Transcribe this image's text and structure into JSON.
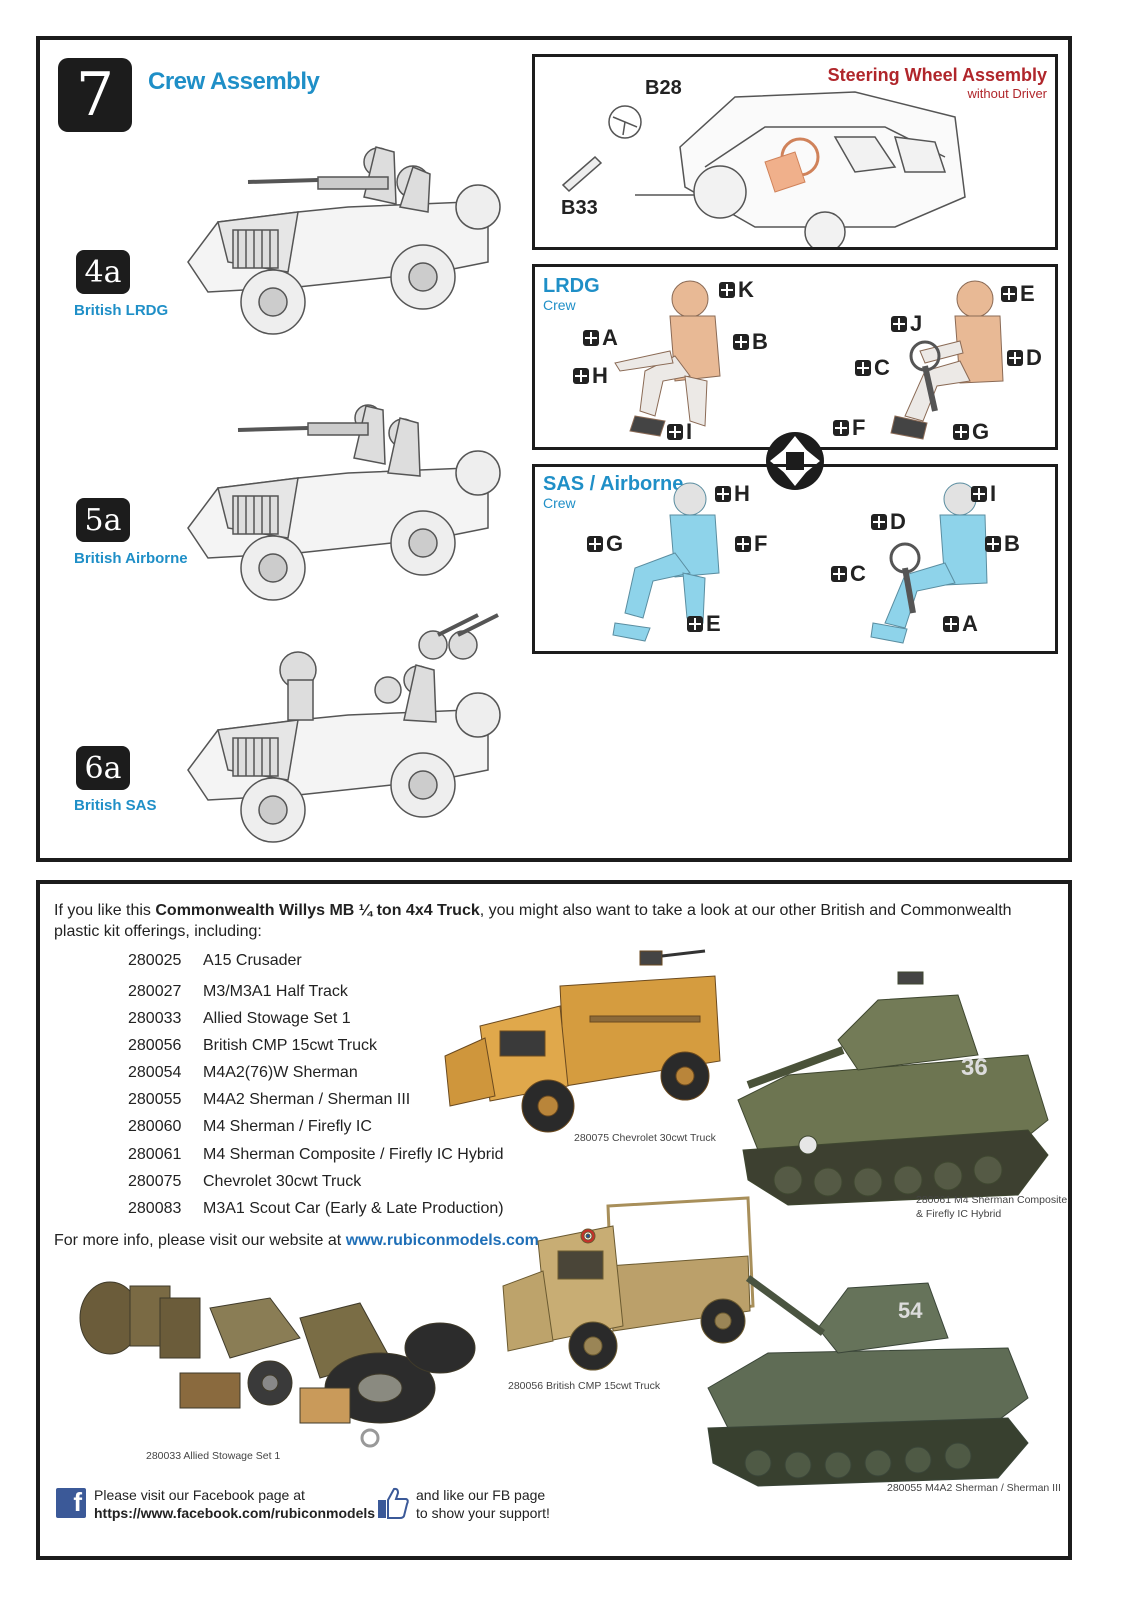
{
  "step": {
    "number": "7",
    "title": "Crew Assembly",
    "variants": [
      {
        "badge": "4a",
        "label": "British LRDG"
      },
      {
        "badge": "5a",
        "label": "British Airborne"
      },
      {
        "badge": "6a",
        "label": "British SAS"
      }
    ]
  },
  "steering": {
    "title": "Steering Wheel Assembly",
    "subtitle": "without Driver",
    "part_top": "B28",
    "part_bottom": "B33"
  },
  "lrdg": {
    "title": "LRDG",
    "subtitle": "Crew",
    "left_tags": [
      "K",
      "A",
      "B",
      "H",
      "I"
    ],
    "right_tags": [
      "E",
      "J",
      "C",
      "D",
      "F",
      "G"
    ]
  },
  "sas": {
    "title": "SAS / Airborne",
    "subtitle": "Crew",
    "left_tags": [
      "H",
      "G",
      "F",
      "E"
    ],
    "right_tags": [
      "I",
      "D",
      "B",
      "C",
      "A"
    ]
  },
  "promo": {
    "intro_before": "If you like this ",
    "intro_bold": "Commonwealth Willys MB ¼ ton 4x4 Truck",
    "intro_after": ", you might also want to take a look at our other British and Commonwealth plastic kit offerings, including:",
    "kits": [
      {
        "code": "280025",
        "name": "A15 Crusader"
      },
      {
        "code": "280027",
        "name": "M3/M3A1 Half Track"
      },
      {
        "code": "280033",
        "name": "Allied Stowage Set 1"
      },
      {
        "code": "280056",
        "name": "British CMP 15cwt Truck"
      },
      {
        "code": "280054",
        "name": "M4A2(76)W Sherman"
      },
      {
        "code": "280055",
        "name": "M4A2 Sherman / Sherman III"
      },
      {
        "code": "280060",
        "name": "M4 Sherman / Firefly IC"
      },
      {
        "code": "280061",
        "name": "M4 Sherman Composite / Firefly IC Hybrid"
      },
      {
        "code": "280075",
        "name": "Chevrolet 30cwt Truck"
      },
      {
        "code": "280083",
        "name": "M3A1 Scout Car (Early & Late Production)"
      }
    ],
    "more_info": "For more info, please visit our website at ",
    "website": "www.rubiconmodels.com",
    "period": ".",
    "captions": {
      "chevrolet": "280075 Chevrolet 30cwt Truck",
      "sherman_composite_1": "280061 M4 Sherman Composite",
      "sherman_composite_2": "& Firefly IC Hybrid",
      "cmp": "280056 British CMP 15cwt Truck",
      "stowage": "280033 Allied Stowage Set 1",
      "m4a2": "280055 M4A2 Sherman / Sherman III"
    },
    "tank_numbers": {
      "composite": "36",
      "m4a2": "54"
    },
    "facebook_line1": "Please visit our Facebook page at",
    "facebook_url": "https://www.facebook.com/rubiconmodels",
    "like_line1": "and like our FB page",
    "like_line2": "to show your support!",
    "icons": [
      "facebook-icon",
      "thumbs-up-icon"
    ]
  },
  "colors": {
    "accent_blue": "#1f8fc7",
    "steering_red": "#b0262b",
    "lrdg_skin": "#e8b995",
    "sas_blue": "#8ed3ea",
    "panel_border": "#1c1c1c"
  }
}
